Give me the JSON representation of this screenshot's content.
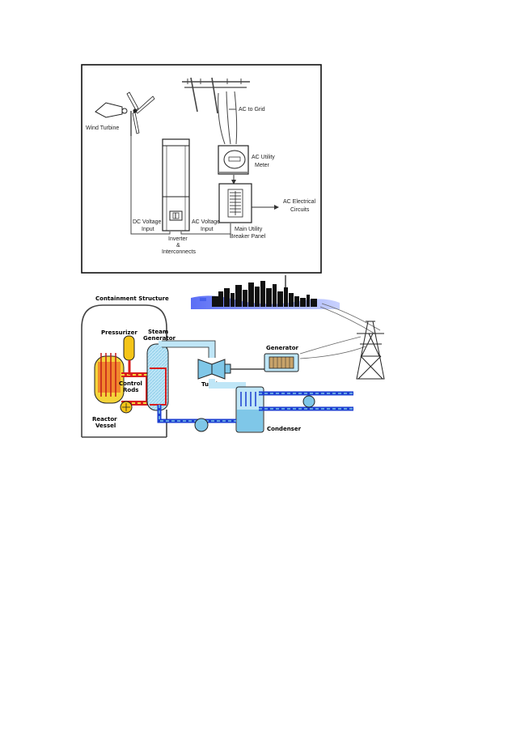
{
  "wind_diagram": {
    "labels": {
      "wind_turbine": "Wind Turbine",
      "ac_to_grid": "AC to Grid",
      "ac_utility_meter_1": "AC Utility",
      "ac_utility_meter_2": "Meter",
      "ac_electrical_circuits_1": "AC Electrical",
      "ac_electrical_circuits_2": "Circuits",
      "dc_voltage_1": "DC Voltage",
      "dc_voltage_2": "Input",
      "ac_voltage_1": "AC Voltage",
      "ac_voltage_2": "Input",
      "breaker_panel_1": "Main Utility",
      "breaker_panel_2": "Breaker Panel",
      "inverter_1": "Inverter",
      "inverter_2": "&",
      "inverter_3": "Interconnects"
    }
  },
  "nuclear_diagram": {
    "labels": {
      "containment": "Containment Structure",
      "pressurizer": "Pressurizer",
      "steam_1": "Steam",
      "steam_2": "Generator",
      "generator": "Generator",
      "turbine": "Turbine",
      "control_1": "Control",
      "control_2": "Rods",
      "reactor_1": "Reactor",
      "reactor_2": "Vessel",
      "condenser": "Condenser"
    }
  }
}
